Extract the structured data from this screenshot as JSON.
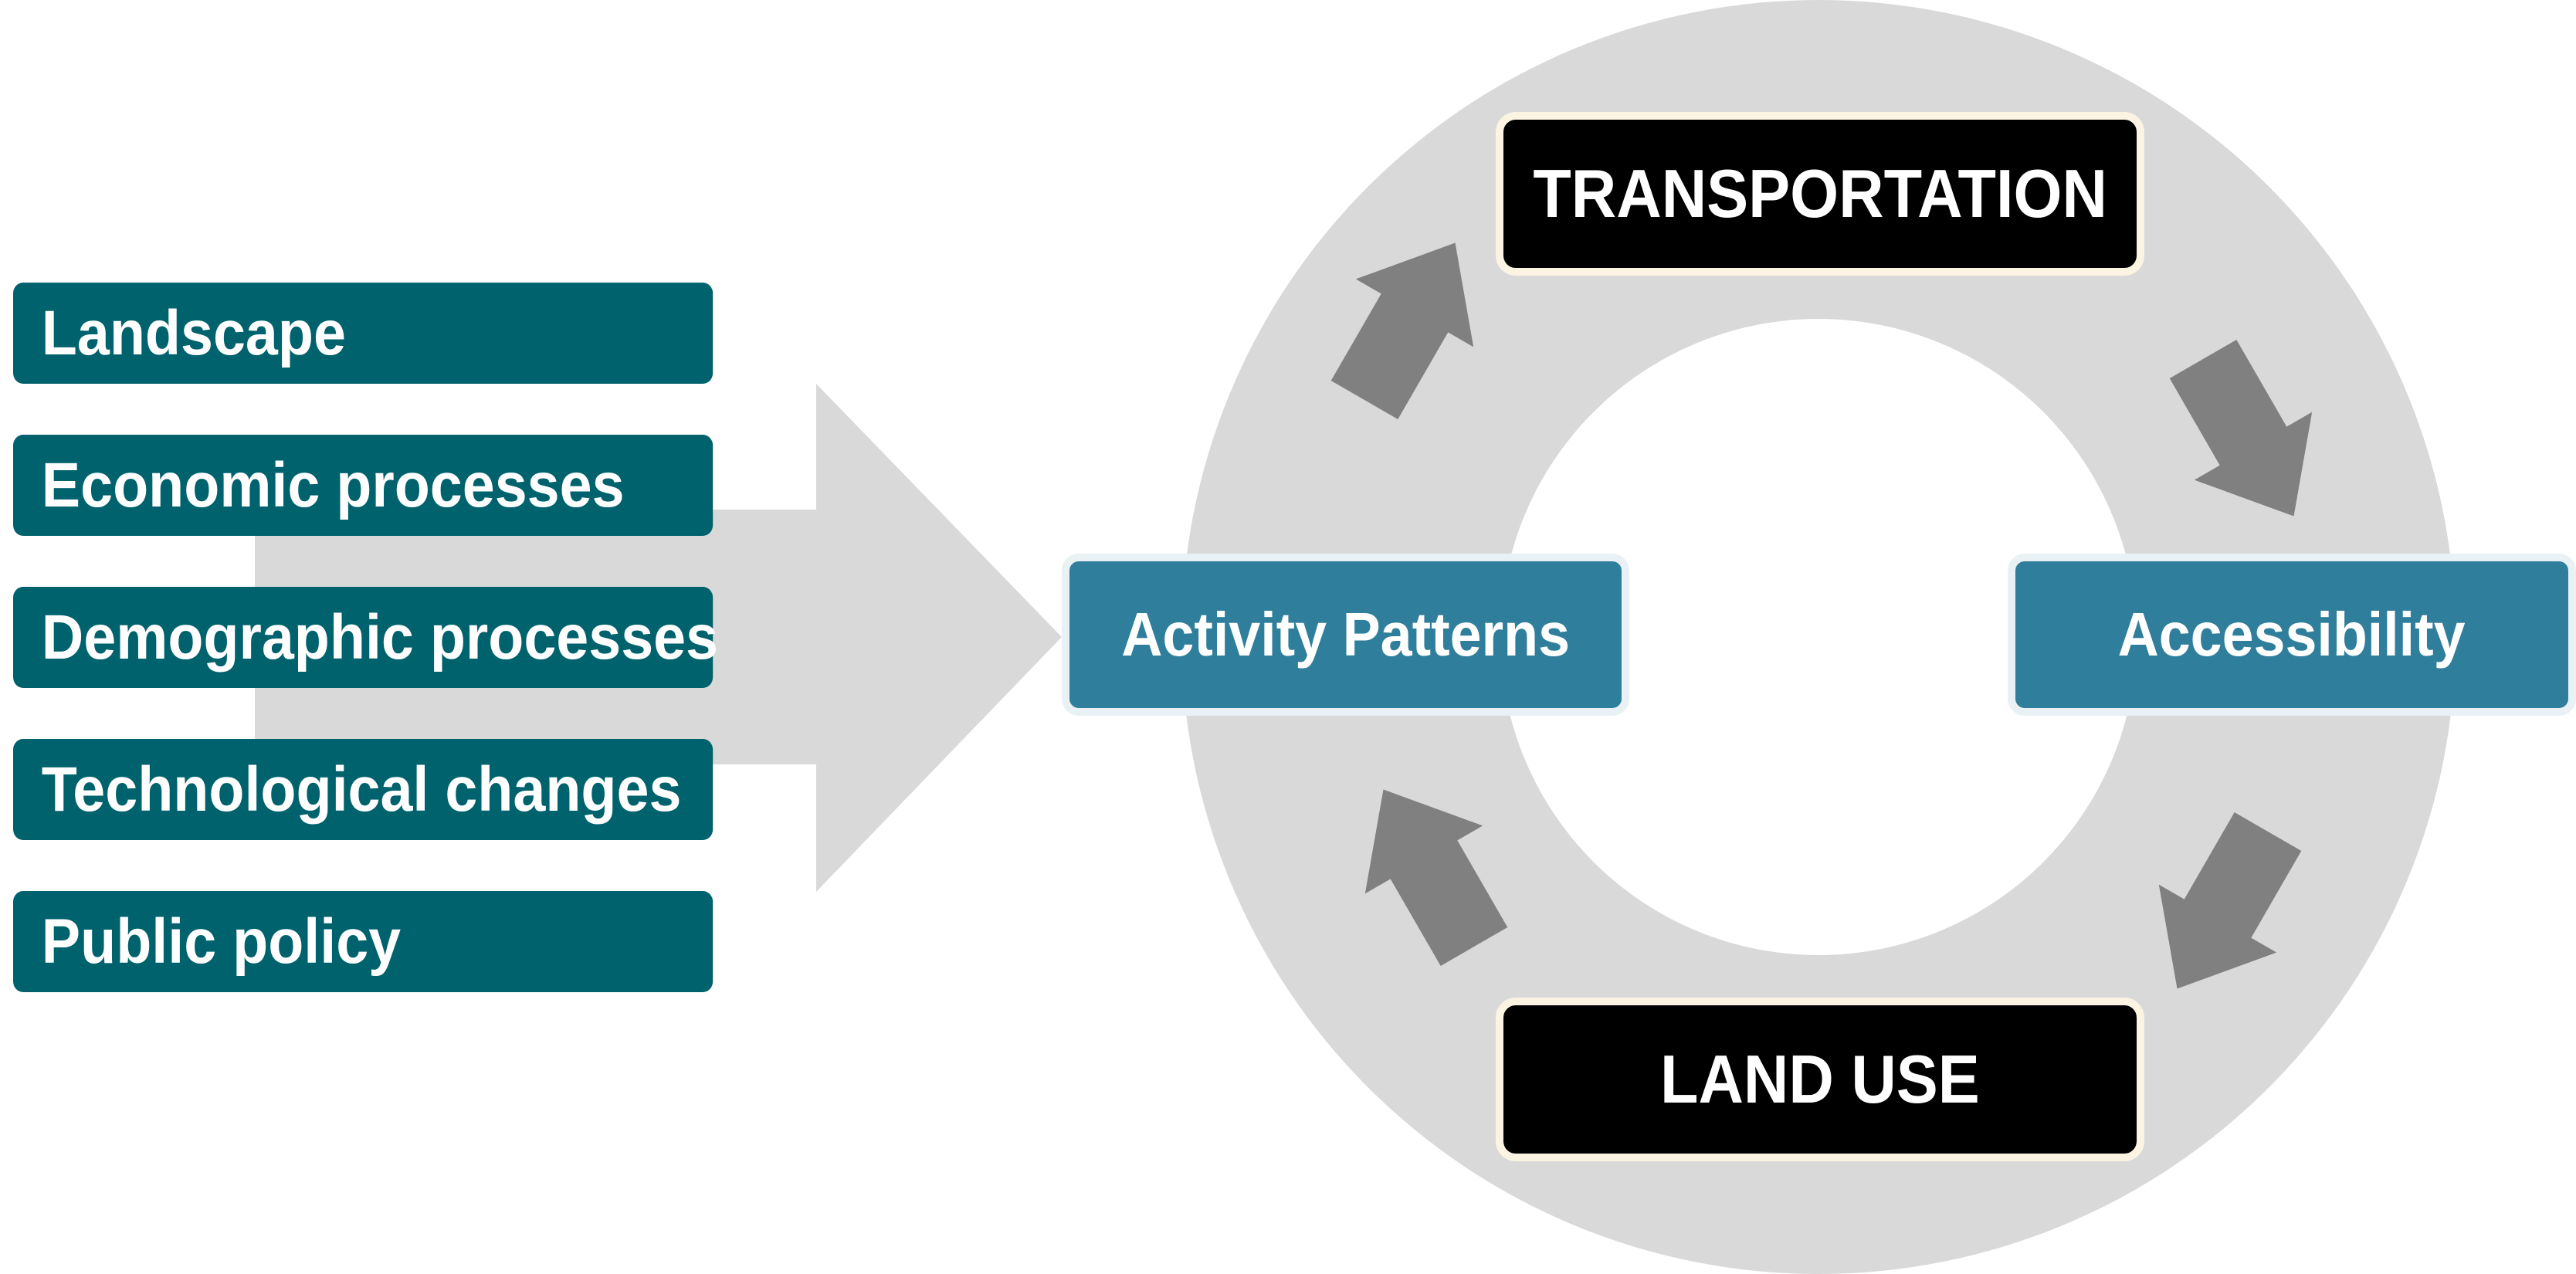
{
  "factors": [
    {
      "label": "Landscape"
    },
    {
      "label": "Economic processes"
    },
    {
      "label": "Demographic processes"
    },
    {
      "label": "Technological changes"
    },
    {
      "label": "Public policy"
    }
  ],
  "cycle": {
    "top": "TRANSPORTATION",
    "right": "Accessibility",
    "bottom": "LAND USE",
    "left": "Activity Patterns"
  },
  "colors": {
    "factor_fill": "#00626d",
    "blue_node_fill": "#2f7f9c",
    "dark_node_fill": "#000000",
    "ring": "#d9d9d9",
    "arrow": "#808080",
    "big_arrow": "#d9d9d9"
  }
}
